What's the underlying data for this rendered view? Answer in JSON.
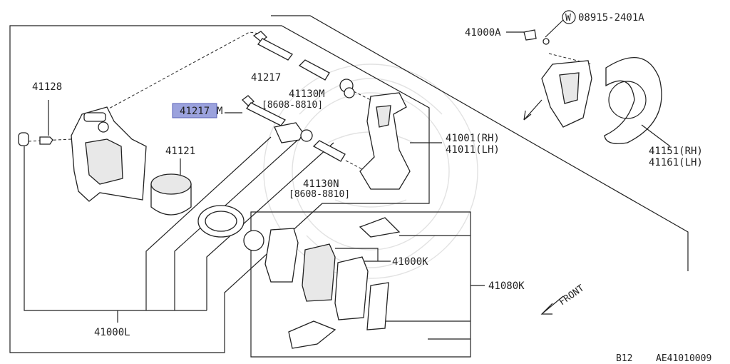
{
  "diagram": {
    "labels": {
      "p41128": "41128",
      "p41217_top": "41217",
      "p41217_hl": "41217",
      "p41217_hl_suffix": "M",
      "p41130M": "41130M",
      "p41130M_date": "[8608-8810]",
      "p41121": "41121",
      "p41130N": "41130N",
      "p41130N_date": "[8608-8810]",
      "p41001": "41001(RH)",
      "p41011": "41011(LH)",
      "p41000A": "41000A",
      "washer_marker": "W",
      "washer_part": "08915-2401A",
      "p41151": "41151(RH)",
      "p41161": "41161(LH)",
      "p41000K": "41000K",
      "p41080K": "41080K",
      "p41000L": "41000L",
      "front": "FRONT",
      "page_code": "B12",
      "fig_code": "AE41010009"
    },
    "highlight_color": "#9ba2dd"
  }
}
